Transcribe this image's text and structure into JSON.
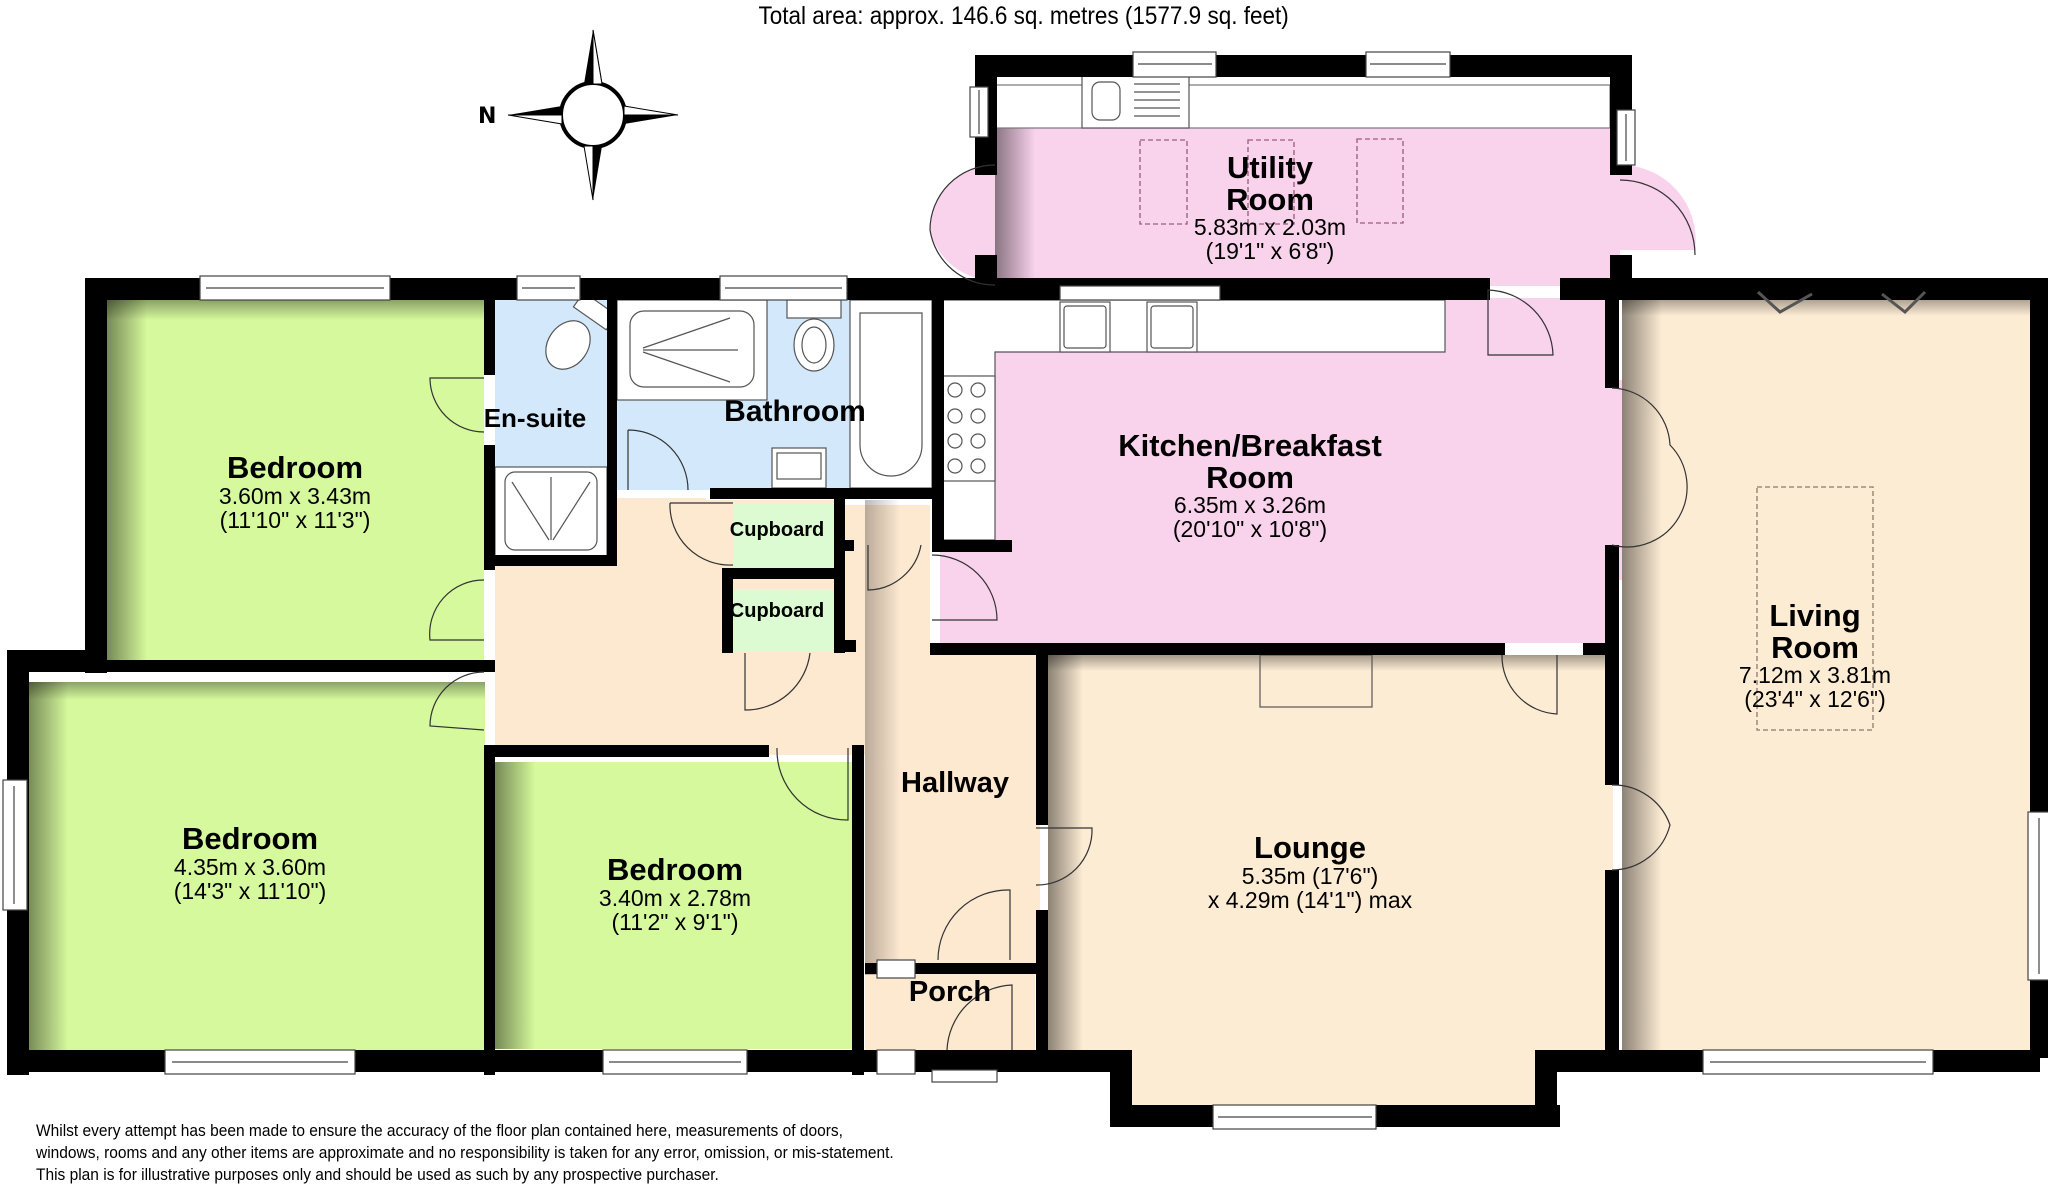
{
  "header": {
    "total_area": "Total area: approx. 146.6 sq. metres (1577.9 sq. feet)"
  },
  "compass": {
    "label": "N",
    "icon": "compass-rose-icon"
  },
  "rooms": {
    "utility": {
      "name_line1": "Utility",
      "name_line2": "Room",
      "metric": "5.83m x 2.03m",
      "imperial": "(19'1\" x 6'8\")",
      "color": "#f9d2ec"
    },
    "kitchen": {
      "name_line1": "Kitchen/Breakfast",
      "name_line2": "Room",
      "metric": "6.35m x 3.26m",
      "imperial": "(20'10\" x 10'8\")",
      "color": "#f9d2ec"
    },
    "living": {
      "name_line1": "Living",
      "name_line2": "Room",
      "metric": "7.12m x 3.81m",
      "imperial": "(23'4\" x 12'6\")",
      "color": "#fdecd4"
    },
    "lounge": {
      "name": "Lounge",
      "line1": "5.35m (17'6\")",
      "line2": "x 4.29m (14'1\") max",
      "color": "#fdecd4"
    },
    "bedroom1": {
      "name": "Bedroom",
      "metric": "3.60m x 3.43m",
      "imperial": "(11'10\" x 11'3\")",
      "color": "#d5f99c"
    },
    "bedroom2": {
      "name": "Bedroom",
      "metric": "4.35m x 3.60m",
      "imperial": "(14'3\" x 11'10\")",
      "color": "#d5f99c"
    },
    "bedroom3": {
      "name": "Bedroom",
      "metric": "3.40m x 2.78m",
      "imperial": "(11'2\" x 9'1\")",
      "color": "#d5f99c"
    },
    "ensuite": {
      "name": "En-suite",
      "color": "#d3e9fb"
    },
    "bathroom": {
      "name": "Bathroom",
      "color": "#d3e9fb"
    },
    "cupboard1": {
      "name": "Cupboard",
      "color": "#dcfbd3"
    },
    "cupboard2": {
      "name": "Cupboard",
      "color": "#dcfbd3"
    },
    "hallway": {
      "name": "Hallway",
      "color": "#fde8d0"
    },
    "porch": {
      "name": "Porch",
      "color": "#fde8d0"
    }
  },
  "colors": {
    "wall": "#000000",
    "bedroom": "#d5f99c",
    "wet_room": "#d3e9fb",
    "kitchen_utility": "#f9d2ec",
    "living_hall": "#fdecd4"
  },
  "footer": {
    "disclaimer_line1": "Whilst every attempt has been made to ensure the accuracy of the floor plan contained here, measurements of doors,",
    "disclaimer_line2": "windows, rooms and any other items are approximate and no responsibility is taken for any error, omission, or mis-statement.",
    "disclaimer_line3": "This plan is for illustrative purposes only and should be used as such by any prospective purchaser."
  }
}
